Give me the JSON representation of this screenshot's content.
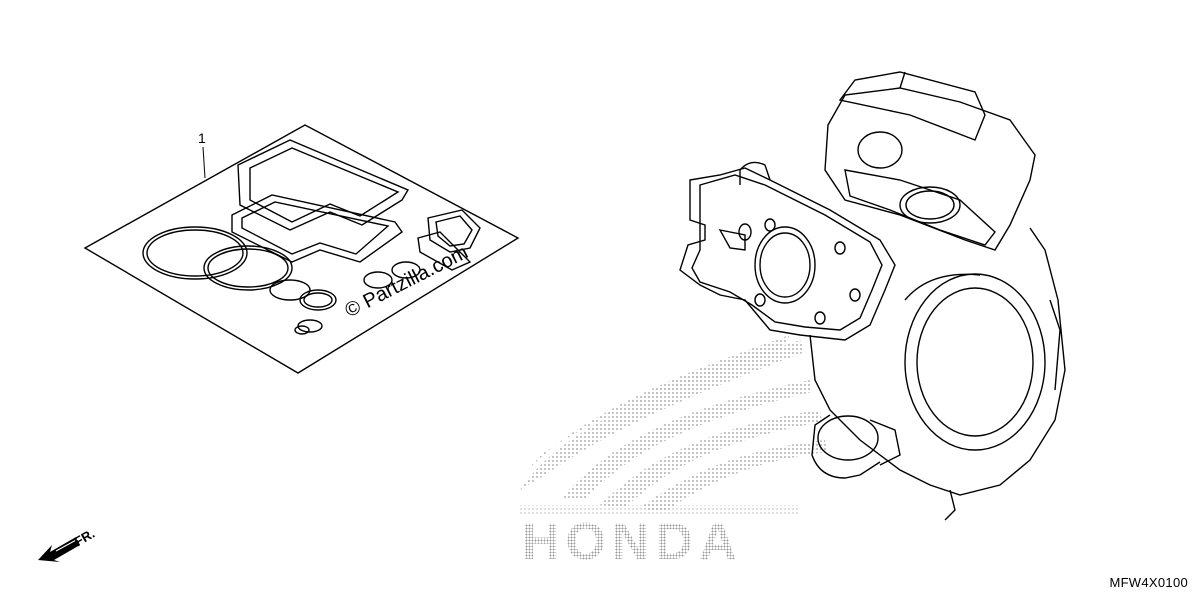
{
  "callouts": {
    "item_1": "1"
  },
  "watermark": {
    "text": "© Partzilla.com"
  },
  "brand_logo": {
    "text": "HONDA"
  },
  "direction": {
    "label": "FR."
  },
  "diagram_code": "MFW4X0100",
  "icons": {
    "direction_arrow": "arrow-down-left-icon",
    "brand_wing": "honda-wing-logo"
  },
  "colors": {
    "line": "#000000",
    "logo_dots": "#9a9a9a"
  }
}
